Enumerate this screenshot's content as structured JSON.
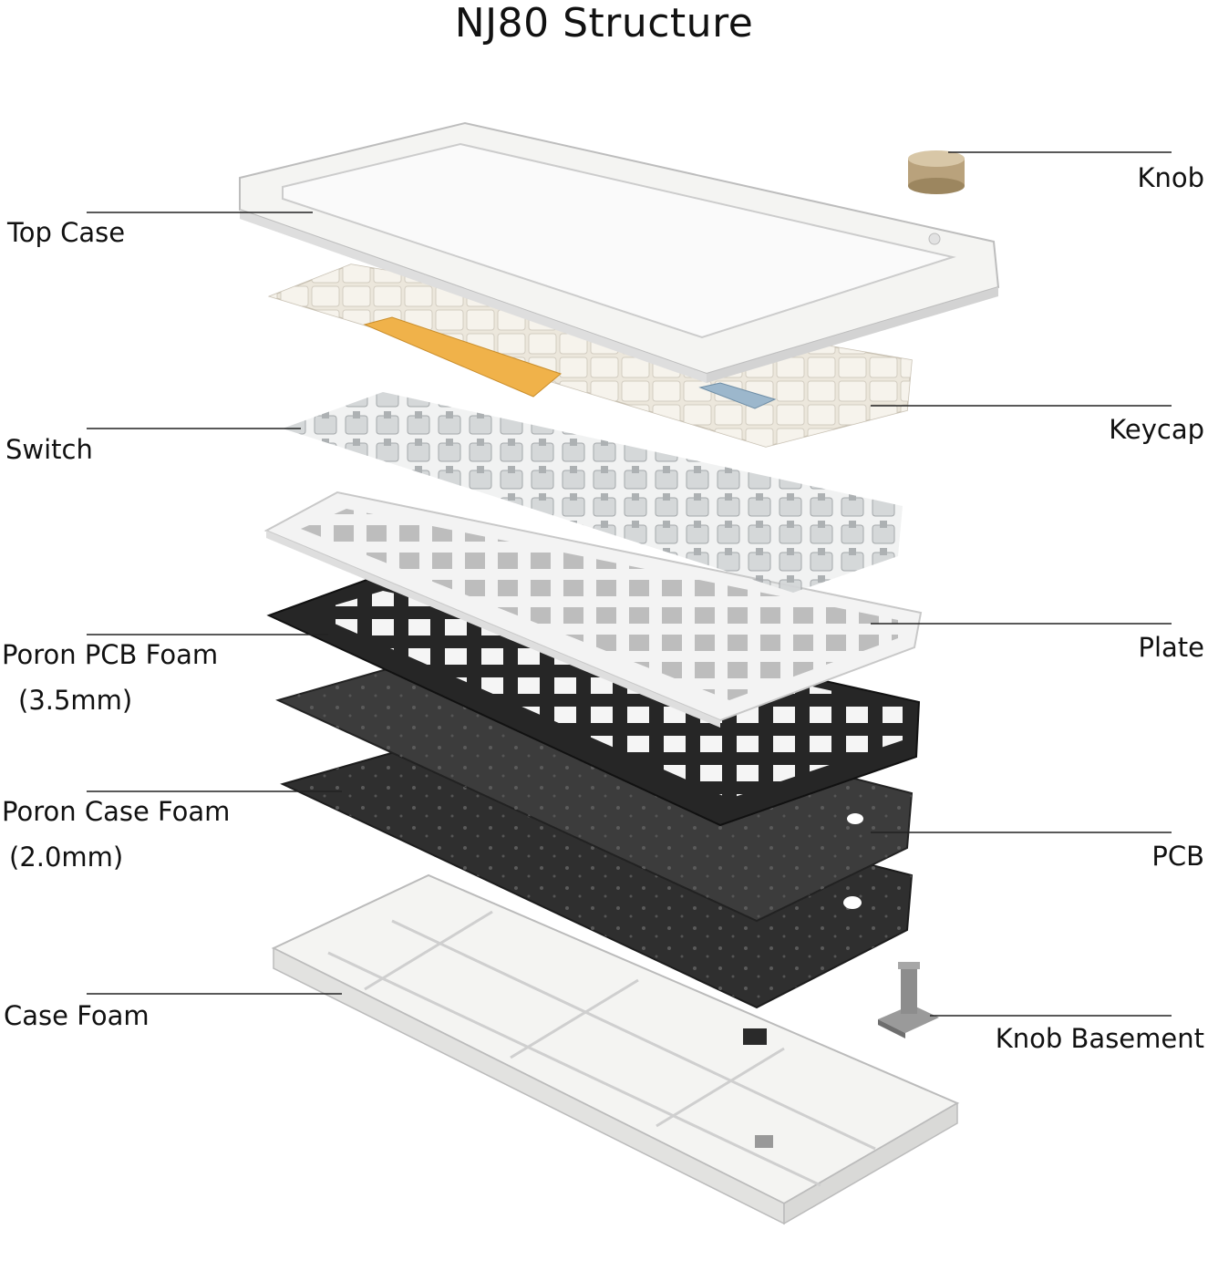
{
  "title": "NJ80 Structure",
  "labels": {
    "top_case": "Top Case",
    "switch": "Switch",
    "poron_pcb_foam": "Poron PCB Foam",
    "poron_pcb_foam_thickness": "(3.5mm)",
    "poron_case_foam": "Poron Case Foam",
    "poron_case_foam_thickness": "(2.0mm)",
    "case_foam": "Case Foam",
    "knob": "Knob",
    "keycap": "Keycap",
    "plate": "Plate",
    "pcb": "PCB",
    "knob_basement": "Knob Basement"
  },
  "colors": {
    "case_white": "#f4f4f2",
    "keycap_cream": "#ece7dc",
    "keycap_yellow": "#f0b24a",
    "keycap_blue": "#9cb7cc",
    "switch_clear": "#c9cbcd",
    "plate_white": "#f2f2f2",
    "foam_dark": "#2b2b2b",
    "pcb_dark": "#3a3a3a",
    "knob_gold": "#b9a27c",
    "leader_line": "#222222"
  }
}
